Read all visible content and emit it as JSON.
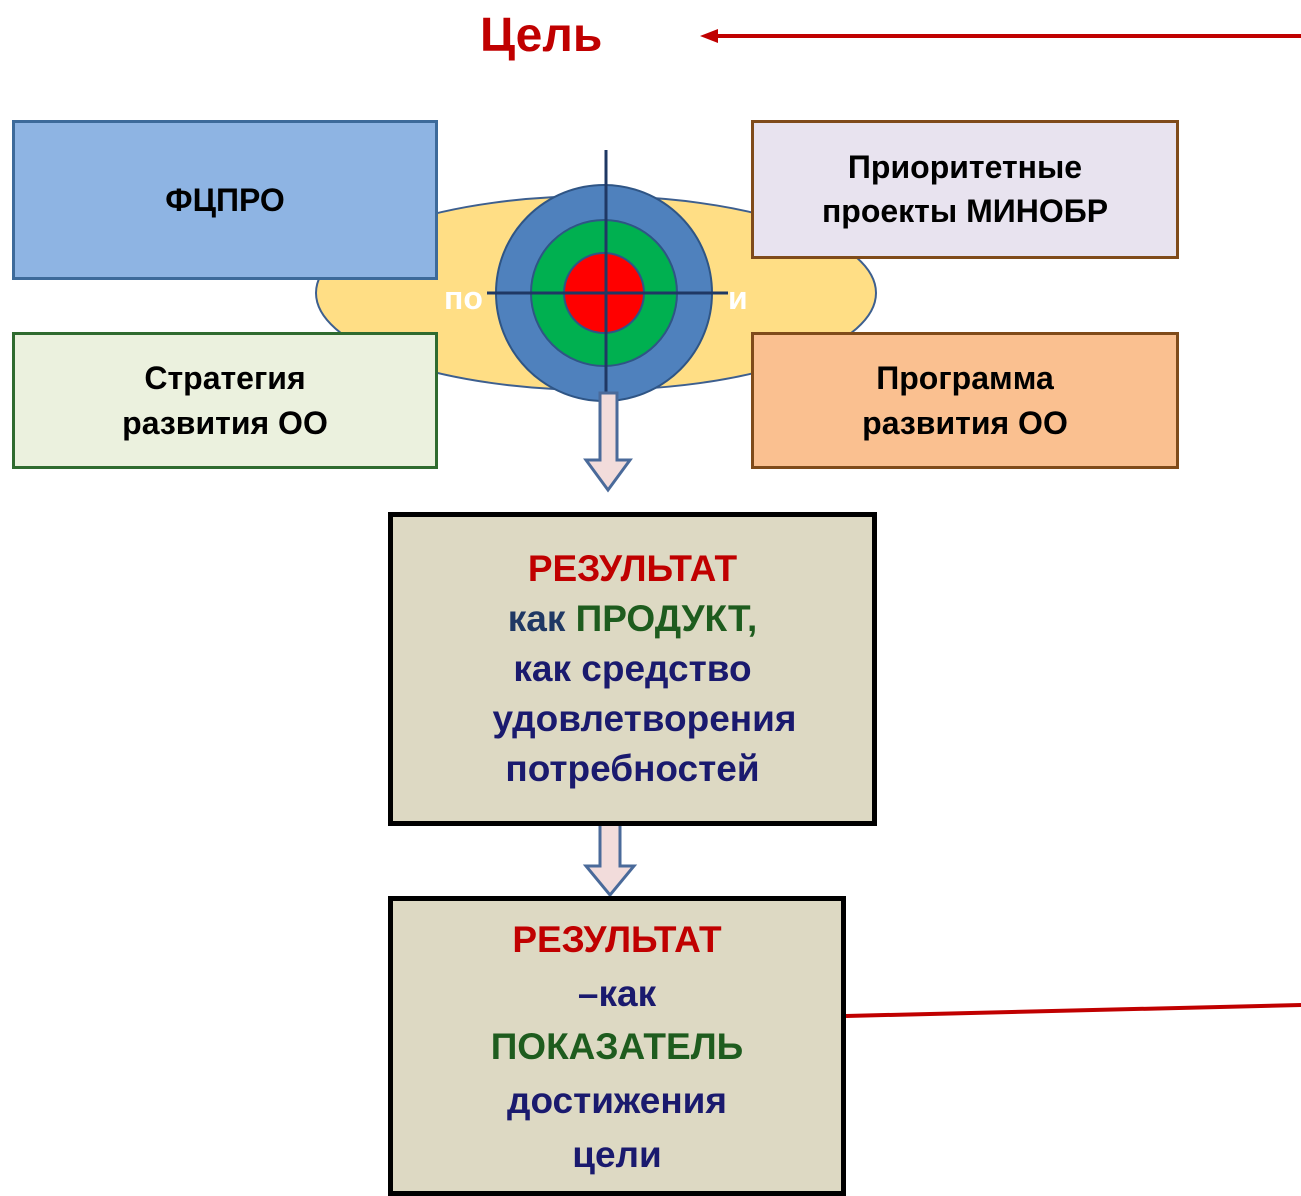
{
  "title": "Цель",
  "boxes": {
    "fcpro": "ФЦПРО",
    "priority_line1": "Приоритетные",
    "priority_line2": "проекты МИНОБР",
    "strategy_line1": "Стратегия",
    "strategy_line2": "развития ОО",
    "program_line1": "Программа",
    "program_line2": "развития ОО"
  },
  "target_label_left": "по",
  "target_label_right": "и",
  "result1": {
    "line1": "РЕЗУЛЬТАТ",
    "line2a": "как ",
    "line2b": "ПРОДУКТ,",
    "line3": "как средство",
    "line4": "удовлетворения",
    "line5": "потребностей"
  },
  "result2": {
    "line1": "РЕЗУЛЬТАТ",
    "line2": "–как",
    "line3": "ПОКАЗАТЕЛЬ",
    "line4": "достижения",
    "line5": "цели"
  },
  "colors": {
    "accent_red": "#c00000",
    "ellipse_fill": "#ffde85",
    "target_outer": "#4f81bd",
    "target_middle": "#00b050",
    "target_center": "#ff0000"
  }
}
